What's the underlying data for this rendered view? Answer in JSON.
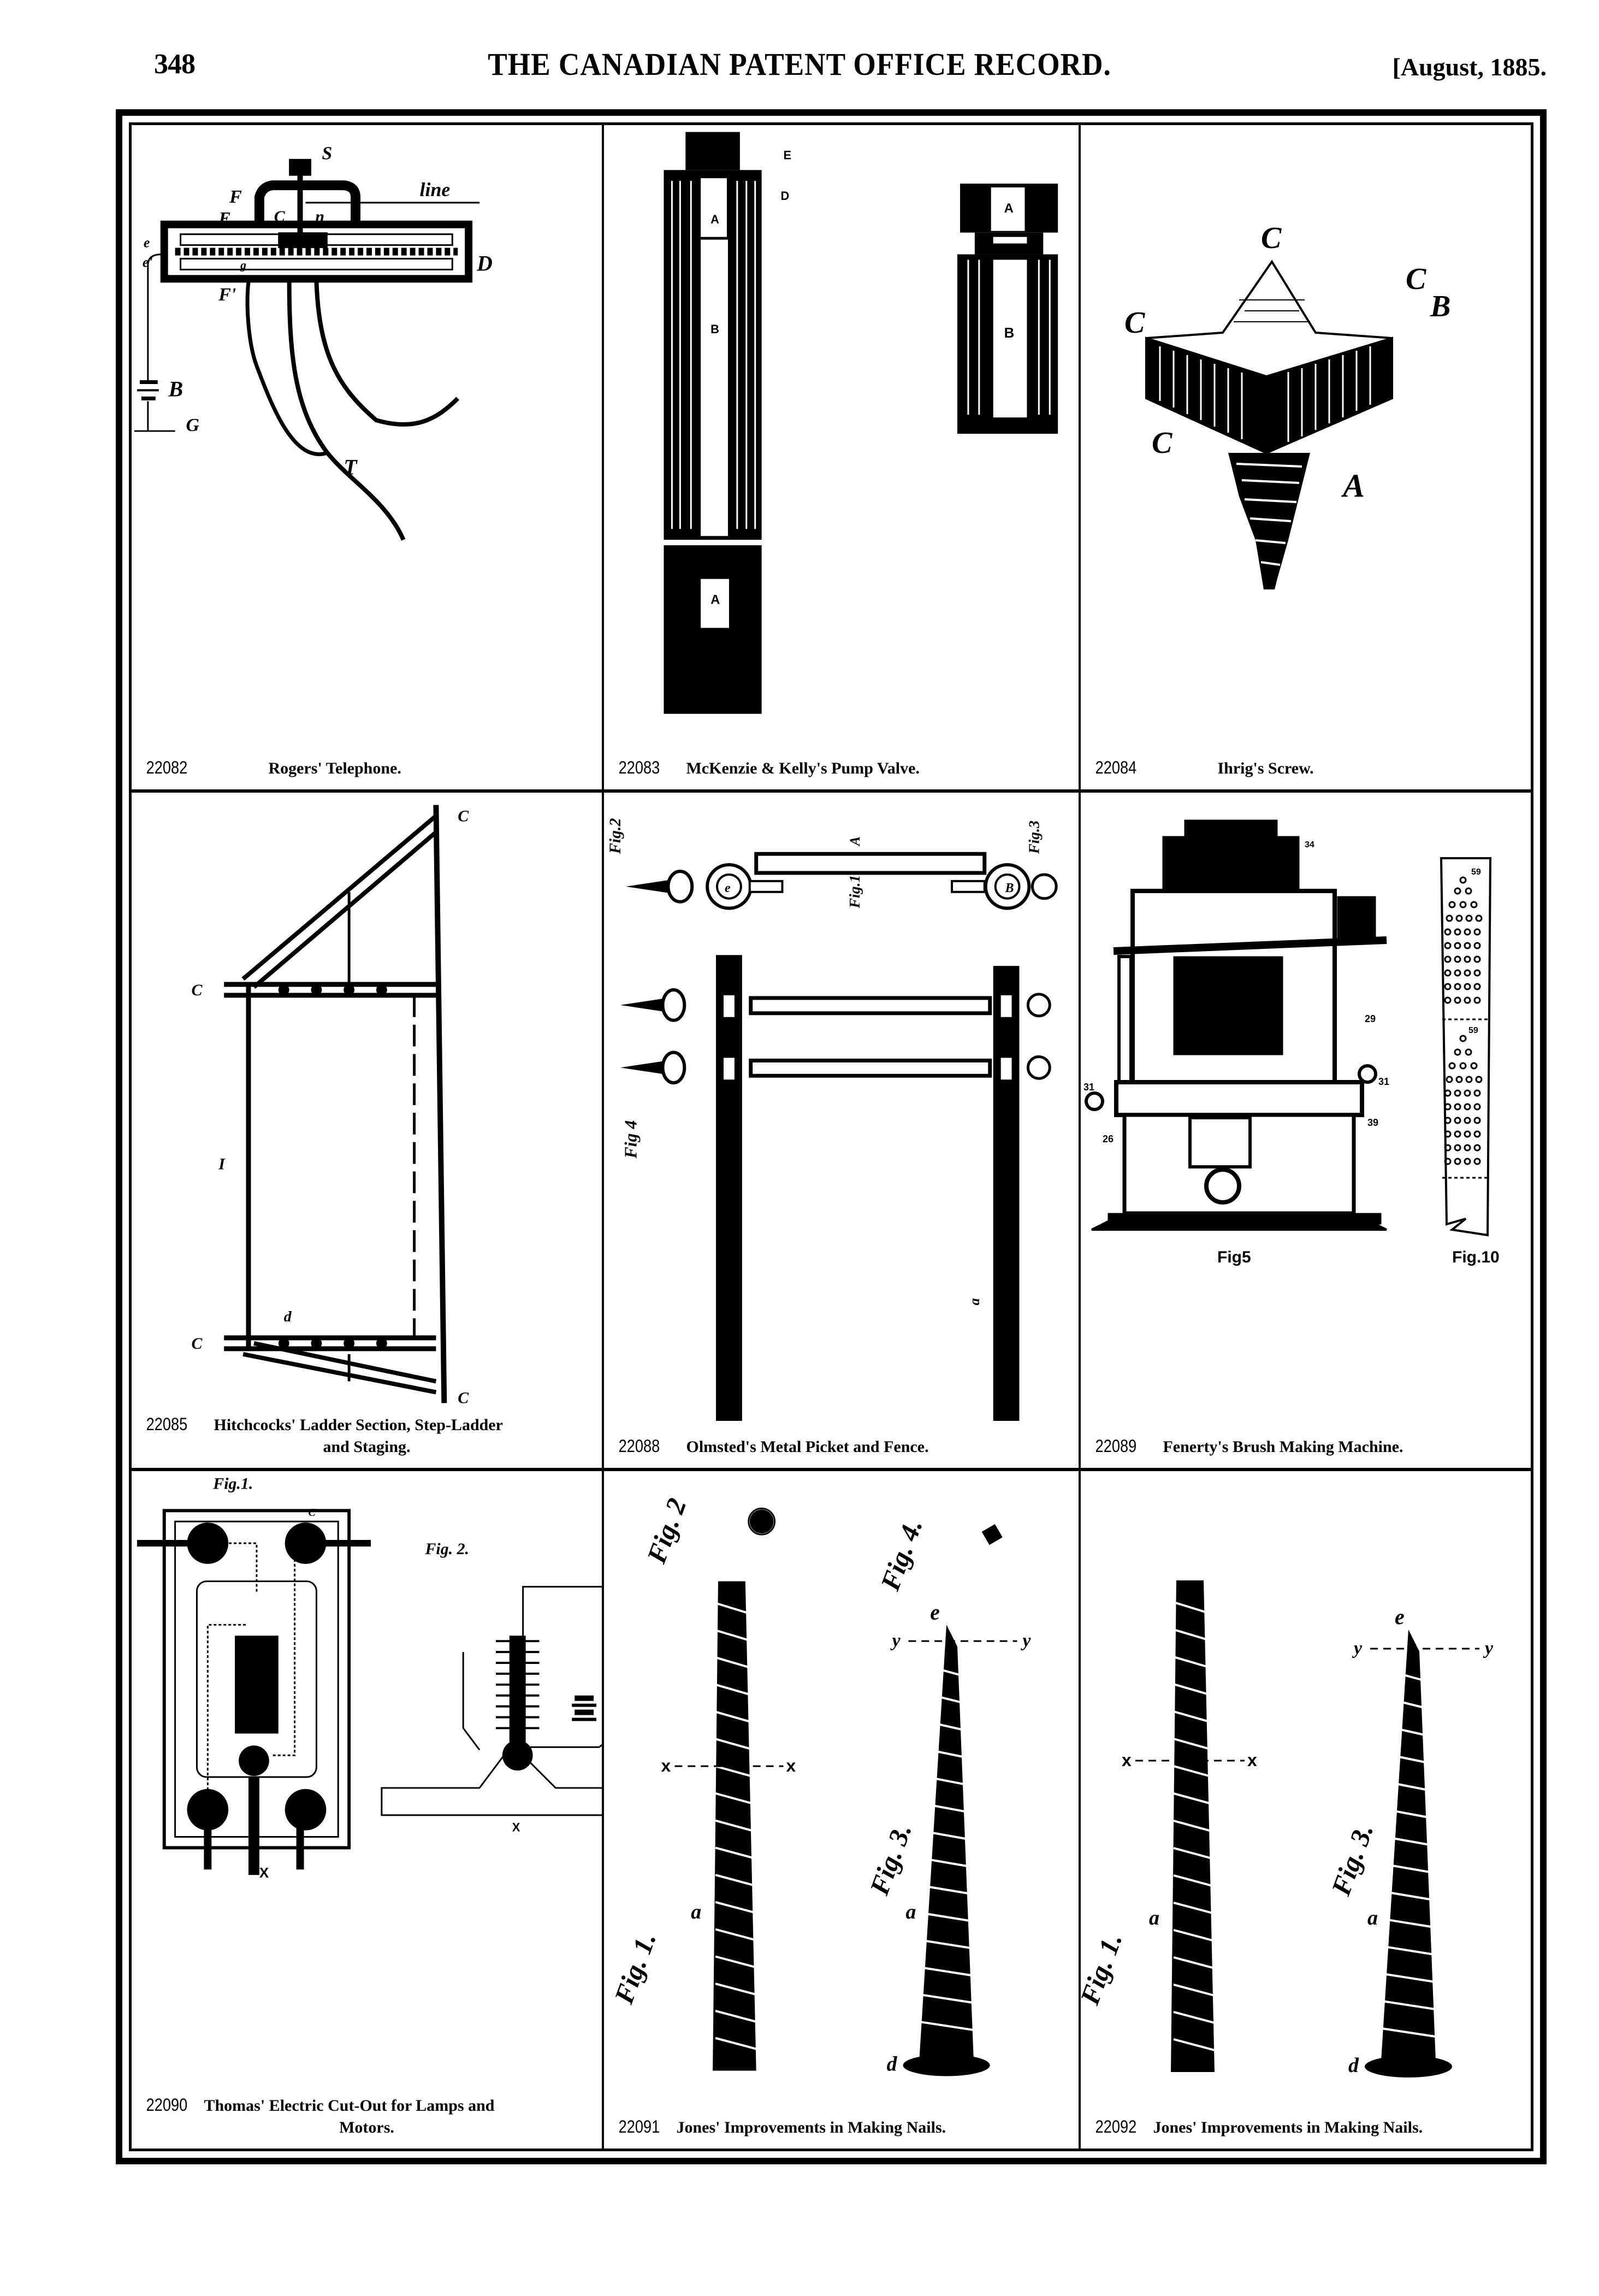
{
  "header": {
    "page_number": "348",
    "title": "THE CANADIAN PATENT OFFICE RECORD.",
    "date": "[August, 1885."
  },
  "patents": [
    {
      "number": "22082",
      "title": "Rogers' Telephone.",
      "labels": [
        "S",
        "line",
        "F",
        "E",
        "C",
        "n",
        "e",
        "e'",
        "D",
        "F'",
        "g",
        "B",
        "G",
        "T"
      ]
    },
    {
      "number": "22083",
      "title": "McKenzie & Kelly's Pump Valve.",
      "labels": [
        "E",
        "D",
        "A",
        "B",
        "A",
        "A",
        "B"
      ]
    },
    {
      "number": "22084",
      "title": "Ihrig's Screw.",
      "labels": [
        "C",
        "C",
        "C",
        "B",
        "C",
        "A"
      ]
    },
    {
      "number": "22085",
      "title": "Hitchcocks' Ladder Section, Step-Ladder",
      "title_line2": "and Staging.",
      "labels": [
        "C",
        "C",
        "C",
        "C",
        "I",
        "d"
      ]
    },
    {
      "number": "22088",
      "title": "Olmsted's Metal Picket and Fence.",
      "labels": [
        "Fig.2",
        "Fig.1",
        "Fig.3",
        "Fig 4",
        "A",
        "e",
        "B",
        "a"
      ]
    },
    {
      "number": "22089",
      "title": "Fenerty's Brush Making Machine.",
      "labels": [
        "Fig5",
        "Fig.10",
        "31",
        "31",
        "39",
        "59",
        "59",
        "26",
        "29",
        "34"
      ]
    },
    {
      "number": "22090",
      "title": "Thomas' Electric Cut-Out for Lamps and",
      "title_line2": "Motors.",
      "labels": [
        "Fig.1.",
        "Fig. 2.",
        "C",
        "X",
        "X"
      ]
    },
    {
      "number": "22091",
      "title": "Jones' Improvements in Making Nails.",
      "labels": [
        "Fig. 1.",
        "Fig. 2",
        "Fig. 3.",
        "Fig. 4.",
        "x",
        "x",
        "y",
        "y",
        "e",
        "a",
        "a",
        "d"
      ]
    },
    {
      "number": "22092",
      "title": "Jones' Improvements in Making Nails.",
      "labels": [
        "Fig. 1.",
        "Fig. 3.",
        "x",
        "x",
        "y",
        "y",
        "e",
        "a",
        "a",
        "d"
      ]
    }
  ],
  "colors": {
    "ink": "#000000",
    "paper": "#ffffff"
  }
}
